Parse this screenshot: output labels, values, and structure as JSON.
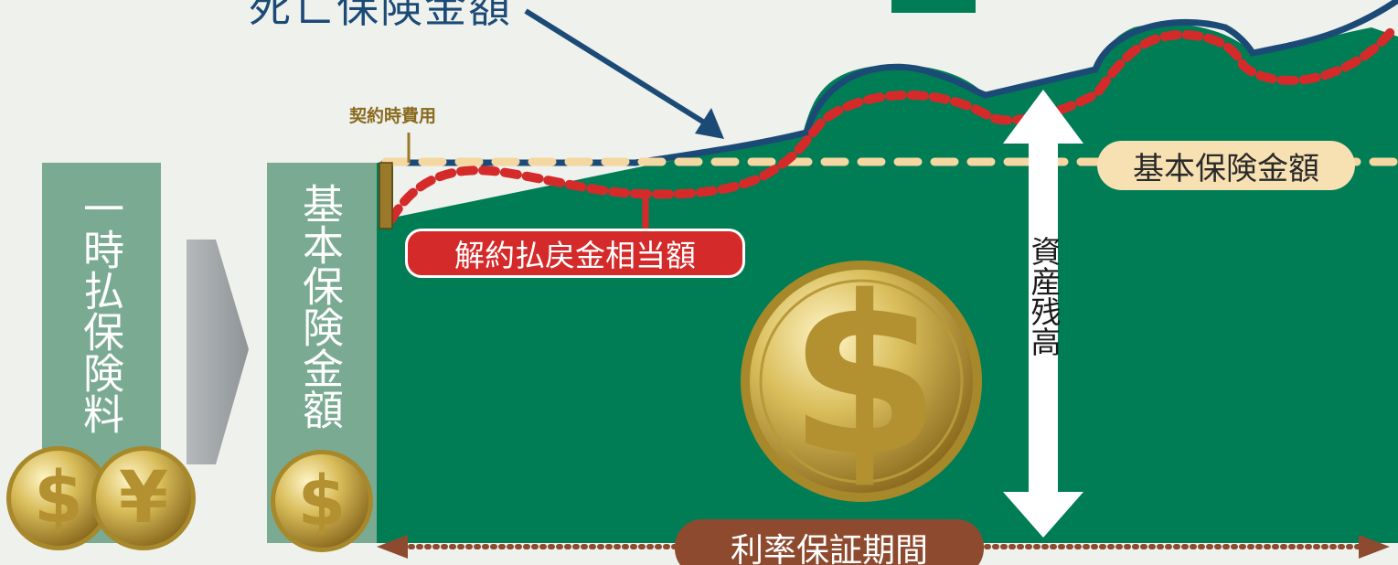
{
  "labels": {
    "death_benefit": "死亡保険金額",
    "contract_fee": "契約時費用",
    "basic_amount_pill": "基本保険金額",
    "surrender_value": "解約払戻金相当額",
    "asset_balance": "資産残高",
    "guarantee_period": "利率保証期間",
    "lump_sum_premium": "一時払保険料",
    "basic_amount_column": "基本保険金額"
  },
  "icons": {
    "coin_dollar": "$",
    "coin_yen": "¥"
  },
  "colors": {
    "background": "#eef1ec",
    "asset_area": "#007d55",
    "death_benefit_line": "#1c4a77",
    "surrender_line": "#d52a2a",
    "basic_line": "#f4d7a1",
    "guarantee_arrow": "#8e4a2e",
    "column_fill": "#7aab92",
    "coin_gold": "#d4b44a",
    "contract_fee_bar": "#9a7a2a",
    "contract_fee_text": "#8a6a1f"
  }
}
